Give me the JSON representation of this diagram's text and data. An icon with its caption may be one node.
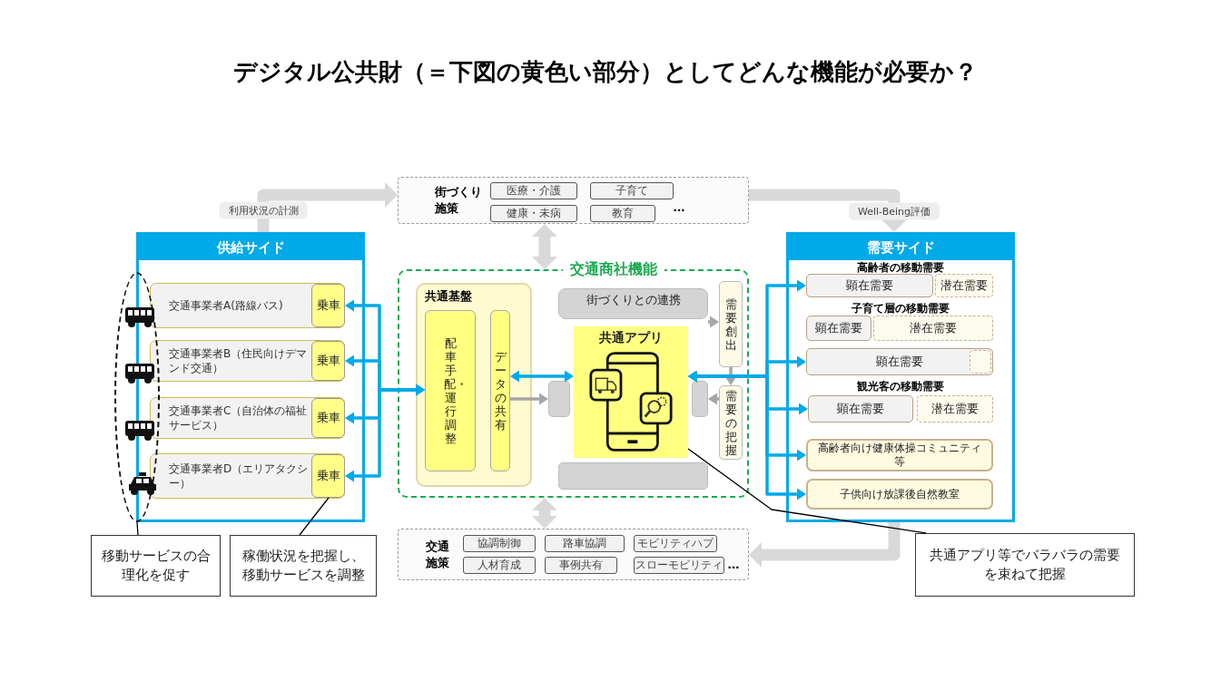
{
  "diagram": {
    "title": "デジタル公共財（＝下図の黄色い部分）としてどんな機能が必要か？",
    "nodes": [
      {
        "text": [
          "街づくり施策"
        ]
      },
      {
        "text": [
          "医療・介護"
        ],
        "in": 0
      },
      {
        "text": [
          "子育て"
        ],
        "in": 0
      },
      {
        "text": [
          "健康・未病"
        ],
        "in": 0
      },
      {
        "text": [
          "教育"
        ],
        "in": 0
      },
      {
        "text": [
          "供給サイド"
        ]
      },
      {
        "text": [
          "交通事業者A(路線バス)"
        ],
        "in": 5
      },
      {
        "text": [
          "乗車"
        ],
        "in": 6
      },
      {
        "text": [
          "交通事業者B（住民向けデマンド交通）"
        ],
        "in": 5
      },
      {
        "text": [
          "乗車"
        ],
        "in": 8
      },
      {
        "text": [
          "交通事業者C（自治体の福祉サービス）"
        ],
        "in": 5
      },
      {
        "text": [
          "乗車"
        ],
        "in": 10
      },
      {
        "text": [
          "交通事業者D（エリアタクシー）"
        ],
        "in": 5
      },
      {
        "text": [
          "乗車"
        ],
        "in": 12
      },
      {
        "text": [
          "交通商社機能"
        ]
      },
      {
        "text": [
          "共通基盤"
        ],
        "in": 14
      },
      {
        "text": [
          "配車手配・運行調整"
        ],
        "in": 15
      },
      {
        "text": [
          "データの共有"
        ],
        "in": 15
      },
      {
        "text": [
          "街づくりとの連携"
        ],
        "in": 14
      },
      {
        "text": [],
        "shape": "box",
        "in": 14
      },
      {
        "text": [],
        "shape": "box",
        "in": 14
      },
      {
        "text": [
          "共通アプリ"
        ],
        "in": 14
      },
      {
        "text": [
          "需要創出"
        ],
        "in": 14
      },
      {
        "text": [
          "需要の把握"
        ],
        "in": 14
      },
      {
        "text": [
          "需要サイド"
        ]
      },
      {
        "text": [
          "顕在需要"
        ],
        "in": 24
      },
      {
        "text": [
          "潜在需要"
        ],
        "in": 24
      },
      {
        "text": [
          "顕在需要"
        ],
        "in": 24
      },
      {
        "text": [
          "潜在需要"
        ],
        "in": 24
      },
      {
        "text": [
          "顕在需要"
        ],
        "in": 24
      },
      {
        "text": [],
        "shape": "box",
        "in": 29
      },
      {
        "text": [
          "顕在需要"
        ],
        "in": 24
      },
      {
        "text": [
          "潜在需要"
        ],
        "in": 24
      },
      {
        "text": [
          "高齢者向け健康体操コミュニティ等"
        ],
        "in": 24
      },
      {
        "text": [
          "子供向け放課後自然教室"
        ],
        "in": 24
      },
      {
        "text": [
          "交通施策"
        ]
      },
      {
        "text": [
          "協調制御"
        ],
        "in": 35
      },
      {
        "text": [
          "路車協調"
        ],
        "in": 35
      },
      {
        "text": [
          "モビリティハブ"
        ],
        "in": 35
      },
      {
        "text": [
          "人材育成"
        ],
        "in": 35
      },
      {
        "text": [
          "事例共有"
        ],
        "in": 35
      },
      {
        "text": [
          "スローモビリティ"
        ],
        "in": 35
      },
      {
        "text": [
          "移動サービスの合理化を促す"
        ]
      },
      {
        "text": [
          "稼働状況を把握し、移動サービスを調整"
        ]
      },
      {
        "text": [
          "共通アプリ等でバラバラの需要を束ねて把握"
        ]
      },
      {
        "text": [],
        "shape": "ellipse"
      },
      {
        "text": [],
        "shape": "box",
        "in": 14
      }
    ],
    "edges": [
      {
        "from": 5,
        "to": 0,
        "arrow": "to",
        "label": "利用状況の計測",
        "style": "thick",
        "color": "#d9d9d9"
      },
      {
        "from": 0,
        "to": 24,
        "arrow": "to",
        "label": "Well-Being評価",
        "style": "thick",
        "color": "#d9d9d9"
      },
      {
        "from": 0,
        "to": 14,
        "arrow": "both",
        "style": "thick",
        "color": "#d9d9d9"
      },
      {
        "from": 14,
        "to": 35,
        "arrow": "both",
        "style": "thick",
        "color": "#d9d9d9"
      },
      {
        "from": 24,
        "to": 35,
        "arrow": "to",
        "style": "thick",
        "color": "#d9d9d9"
      },
      {
        "from": 16,
        "to": 7,
        "arrow": "both"
      },
      {
        "from": 16,
        "to": 9,
        "arrow": "both"
      },
      {
        "from": 16,
        "to": 11,
        "arrow": "both"
      },
      {
        "from": 16,
        "to": 13,
        "arrow": "both"
      },
      {
        "from": 17,
        "to": 21,
        "arrow": "both"
      },
      {
        "from": 18,
        "to": 22,
        "arrow": "to",
        "color": "#a6a6a6"
      },
      {
        "from": 22,
        "to": 23,
        "arrow": "to",
        "color": "#a6a6a6"
      },
      {
        "from": 21,
        "to": 25,
        "arrow": "both"
      },
      {
        "from": 21,
        "to": 29,
        "arrow": "both"
      },
      {
        "from": 21,
        "to": 31,
        "arrow": "both"
      },
      {
        "from": 21,
        "to": 33,
        "arrow": "both"
      },
      {
        "from": 21,
        "to": 34,
        "arrow": "both"
      },
      {
        "from": 23,
        "to": 46,
        "arrow": "to",
        "color": "#a6a6a6"
      },
      {
        "from": 17,
        "to": 19,
        "arrow": "to",
        "color": "#a6a6a6"
      },
      {
        "from": 42,
        "to": 45,
        "arrow": "none",
        "color": "#000000"
      },
      {
        "from": 43,
        "to": 13,
        "arrow": "none",
        "color": "#000000"
      },
      {
        "from": 44,
        "to": 21,
        "arrow": "none",
        "color": "#000000"
      }
    ],
    "labels": [
      "…",
      "高齢者の移動需要",
      "子育て層の移動需要",
      "観光客の移動需要",
      "…"
    ]
  }
}
